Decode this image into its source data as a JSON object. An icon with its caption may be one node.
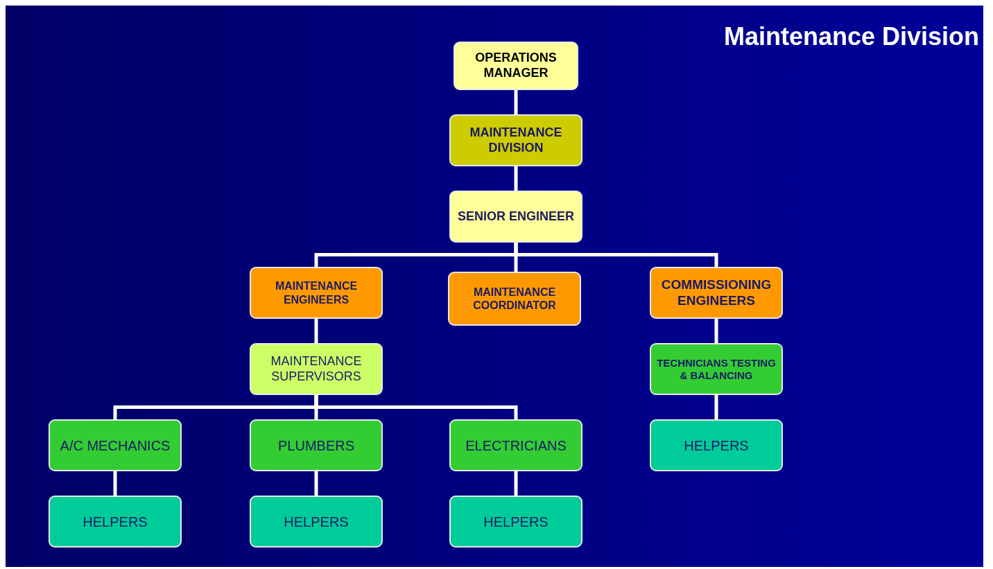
{
  "diagram": {
    "title": "Maintenance Division",
    "nodes": [
      {
        "text": [
          "OPERATIONS MANAGER"
        ]
      },
      {
        "text": [
          "MAINTENANCE DIVISION"
        ]
      },
      {
        "text": [
          "SENIOR ENGINEER"
        ]
      },
      {
        "text": [
          "MAINTENANCE ENGINEERS"
        ]
      },
      {
        "text": [
          "MAINTENANCE COORDINATOR"
        ]
      },
      {
        "text": [
          "COMMISSIONING ENGINEERS"
        ]
      },
      {
        "text": [
          "MAINTENANCE SUPERVISORS"
        ]
      },
      {
        "text": [
          "TECHNICIANS TESTING & BALANCING"
        ]
      },
      {
        "text": [
          "A/C MECHANICS"
        ]
      },
      {
        "text": [
          "PLUMBERS"
        ]
      },
      {
        "text": [
          "ELECTRICIANS"
        ]
      },
      {
        "text": [
          "HELPERS"
        ]
      },
      {
        "text": [
          "HELPERS"
        ]
      },
      {
        "text": [
          "HELPERS"
        ]
      },
      {
        "text": [
          "HELPERS"
        ]
      }
    ],
    "edges": [
      {
        "from": 0,
        "to": 1,
        "arrow": "none"
      },
      {
        "from": 1,
        "to": 2,
        "arrow": "none"
      },
      {
        "from": 2,
        "to": 3,
        "arrow": "none"
      },
      {
        "from": 2,
        "to": 4,
        "arrow": "none"
      },
      {
        "from": 2,
        "to": 5,
        "arrow": "none"
      },
      {
        "from": 3,
        "to": 6,
        "arrow": "none"
      },
      {
        "from": 5,
        "to": 7,
        "arrow": "none"
      },
      {
        "from": 6,
        "to": 8,
        "arrow": "none"
      },
      {
        "from": 6,
        "to": 9,
        "arrow": "none"
      },
      {
        "from": 6,
        "to": 10,
        "arrow": "none"
      },
      {
        "from": 7,
        "to": 11,
        "arrow": "none"
      },
      {
        "from": 8,
        "to": 12,
        "arrow": "none"
      },
      {
        "from": 9,
        "to": 13,
        "arrow": "none"
      },
      {
        "from": 10,
        "to": 14,
        "arrow": "none"
      }
    ]
  }
}
